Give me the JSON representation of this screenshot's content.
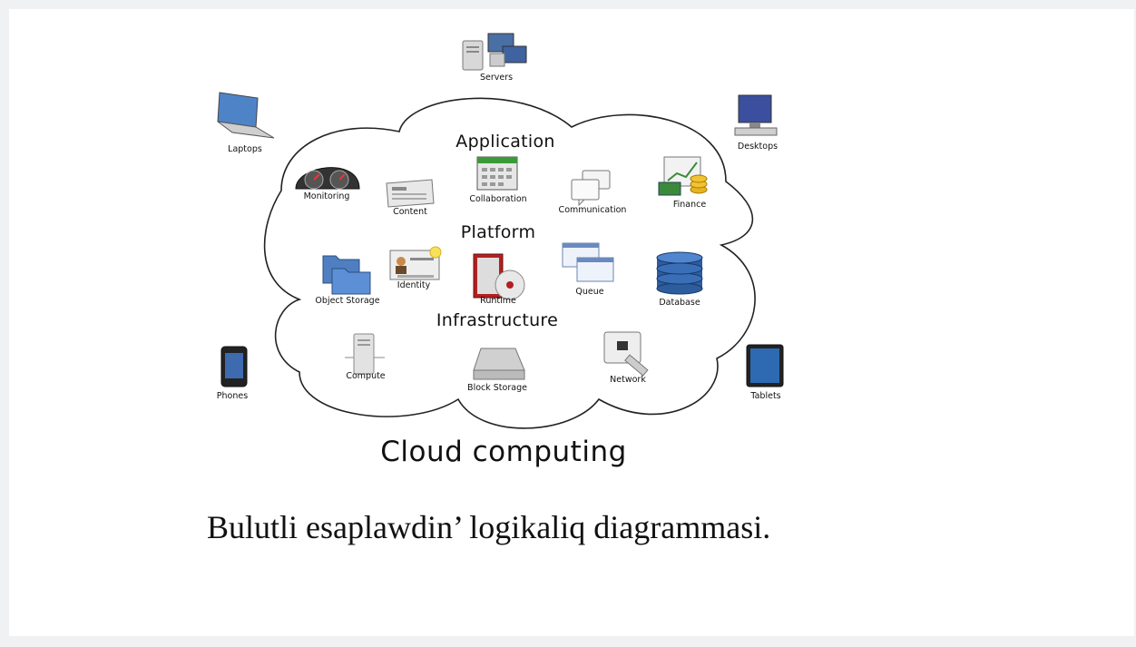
{
  "diagram": {
    "title": "Cloud computing",
    "layers": {
      "application": "Application",
      "platform": "Platform",
      "infrastructure": "Infrastructure"
    },
    "application_items": [
      "Monitoring",
      "Content",
      "Collaboration",
      "Communication",
      "Finance"
    ],
    "platform_items": [
      "Object Storage",
      "Identity",
      "Runtime",
      "Queue",
      "Database"
    ],
    "infrastructure_items": [
      "Compute",
      "Block Storage",
      "Network"
    ],
    "devices": [
      "Servers",
      "Laptops",
      "Desktops",
      "Phones",
      "Tablets"
    ]
  },
  "caption": "Bulutli esaplawdin’ logikaliq diagrammasi."
}
